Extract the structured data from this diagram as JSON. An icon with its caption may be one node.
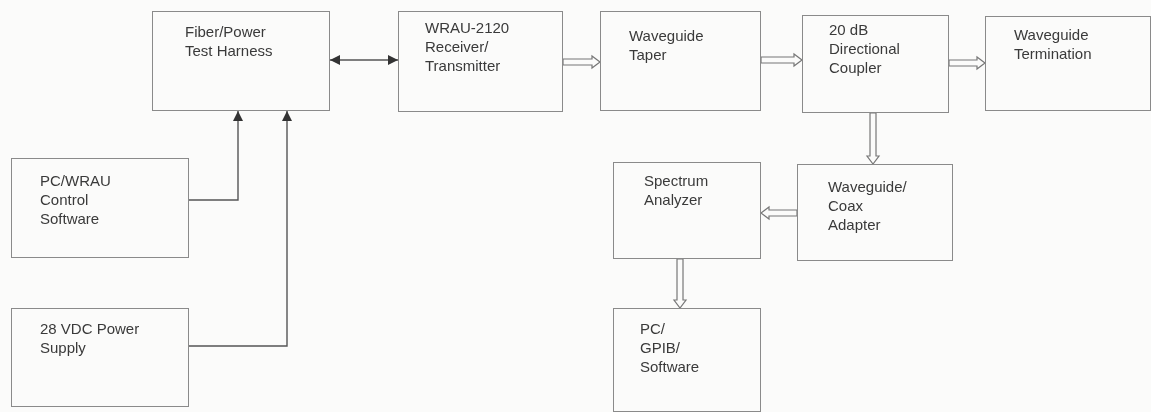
{
  "diagram": {
    "nodes": [
      {
        "text": [
          "Fiber/Power Test Harness"
        ]
      },
      {
        "text": [
          "WRAU-2120 Receiver/ Transmitter"
        ]
      },
      {
        "text": [
          "Waveguide Taper"
        ]
      },
      {
        "text": [
          "20 dB Directional Coupler"
        ]
      },
      {
        "text": [
          "Waveguide Termination"
        ]
      },
      {
        "text": [
          "PC/WRAU Control Software"
        ]
      },
      {
        "text": [
          "28 VDC Power Supply"
        ]
      },
      {
        "text": [
          "Spectrum Analyzer"
        ]
      },
      {
        "text": [
          "Waveguide/ Coax Adapter"
        ]
      },
      {
        "text": [
          "PC/ GPIB/ Software"
        ]
      }
    ],
    "edges": [
      {
        "from": 0,
        "to": 1,
        "arrow": "both"
      },
      {
        "from": 1,
        "to": 2,
        "arrow": "to",
        "style": "thick"
      },
      {
        "from": 2,
        "to": 3,
        "arrow": "to",
        "style": "thick"
      },
      {
        "from": 3,
        "to": 4,
        "arrow": "to",
        "style": "thick"
      },
      {
        "from": 5,
        "to": 0,
        "arrow": "to"
      },
      {
        "from": 6,
        "to": 0,
        "arrow": "to"
      },
      {
        "from": 3,
        "to": 8,
        "arrow": "to",
        "style": "thick"
      },
      {
        "from": 8,
        "to": 7,
        "arrow": "to",
        "style": "thick"
      },
      {
        "from": 7,
        "to": 9,
        "arrow": "to",
        "style": "thick"
      }
    ]
  }
}
